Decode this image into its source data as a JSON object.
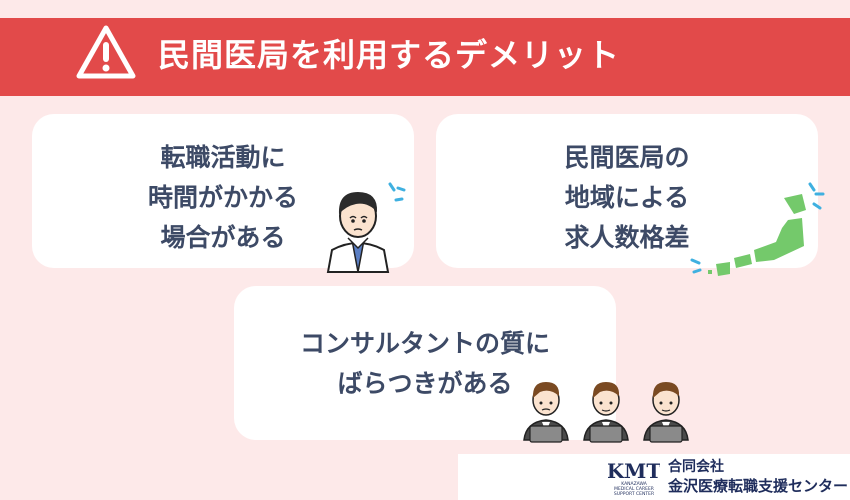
{
  "banner": {
    "title": "民間医局を利用するデメリット",
    "icon": "warning-icon"
  },
  "cards": [
    {
      "lines": [
        "転職活動に",
        "時間がかかる",
        "場合がある"
      ],
      "illustration": "worried-man-icon"
    },
    {
      "lines": [
        "民間医局の",
        "地域による",
        "求人数格差"
      ],
      "illustration": "japan-map-icon"
    },
    {
      "lines": [
        "コンサルタントの質に",
        "ばらつきがある"
      ],
      "illustration": "three-consultants-icon"
    }
  ],
  "footer": {
    "logo_text": "KMT",
    "logo_caption": [
      "KANAZAWA",
      "MEDICAL CAREER",
      "SUPPORT CENTER"
    ],
    "company_line1": "合同会社",
    "company_line2": "金沢医療転職支援センター"
  },
  "colors": {
    "background": "#fde9e9",
    "banner": "#e24a4a",
    "text": "#3d4a66",
    "map_green": "#74c96b",
    "accent_blue": "#3fb0e0"
  }
}
